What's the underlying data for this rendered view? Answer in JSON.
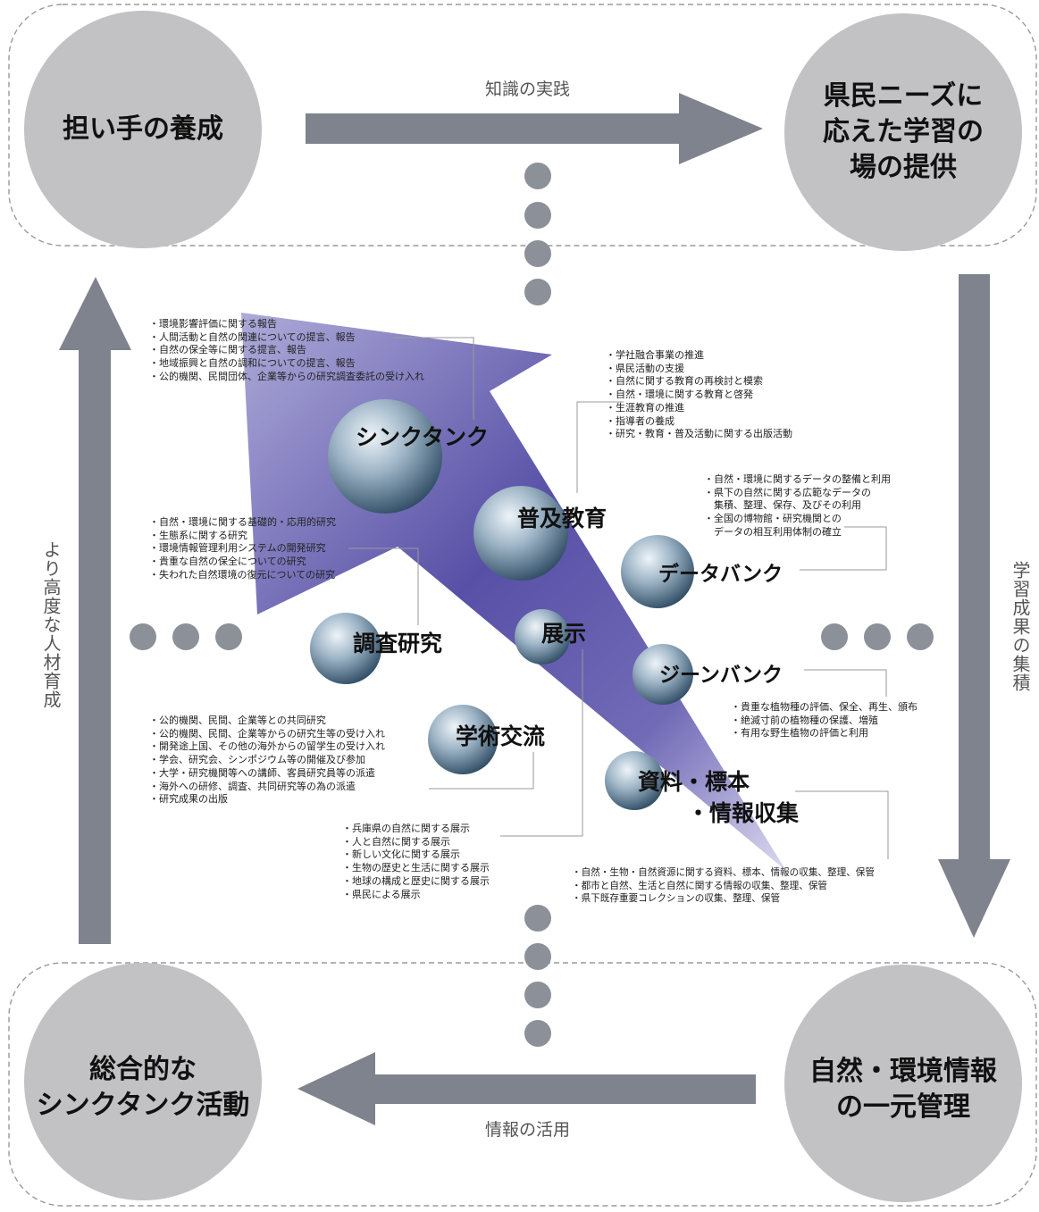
{
  "corners": {
    "top_left": "担い手の養成",
    "top_right": [
      "県民ニーズに",
      "応えた学習の",
      "場の提供"
    ],
    "bottom_left": [
      "総合的な",
      "シンクタンク活動"
    ],
    "bottom_right": [
      "自然・環境情報",
      "の一元管理"
    ]
  },
  "flows": {
    "top": "知識の実践",
    "bottom": "情報の活用",
    "left": "より高度な人材育成",
    "right": "学習成果の集積"
  },
  "nodes": {
    "think_tank": "シンクタンク",
    "fukyu": "普及教育",
    "data_bank": "データバンク",
    "chosa": "調査研究",
    "tenji": "展示",
    "gene_bank": "ジーンバンク",
    "gakujutsu": "学術交流",
    "shiryo": [
      "資料・標本",
      "・情報収集"
    ]
  },
  "notes": {
    "think_tank": [
      "・環境影響評価に関する報告",
      "・人間活動と自然の関連についての提言、報告",
      "・自然の保全等に関する提言、報告",
      "・地域振興と自然の調和についての提言、報告",
      "・公的機関、民間団体、企業等からの研究調査委託の受け入れ"
    ],
    "fukyu": [
      "・学社融合事業の推進",
      "・県民活動の支援",
      "・自然に関する教育の再検討と模索",
      "・自然・環境に関する教育と啓発",
      "・生涯教育の推進",
      "・指導者の養成",
      "・研究・教育・普及活動に関する出版活動"
    ],
    "data_bank": [
      "・自然・環境に関するデータの整備と利用",
      "・県下の自然に関する広範なデータの",
      "　集積、整理、保存、及びその利用",
      "・全国の博物館・研究機関との",
      "　データの相互利用体制の確立"
    ],
    "chosa": [
      "・自然・環境に関する基礎的・応用的研究",
      "・生態系に関する研究",
      "・環境情報管理利用システムの開発研究",
      "・貴重な自然の保全についての研究",
      "・失われた自然環境の復元についての研究"
    ],
    "gene_bank": [
      "・貴重な植物種の評価、保全、再生、頒布",
      "・絶滅寸前の植物種の保護、増殖",
      "・有用な野生植物の評価と利用"
    ],
    "gakujutsu": [
      "・公的機関、民間、企業等との共同研究",
      "・公的機関、民間、企業等からの研究生等の受け入れ",
      "・開発途上国、その他の海外からの留学生の受け入れ",
      "・学会、研究会、シンポジウム等の開催及び参加",
      "・大学・研究機関等への講師、客員研究員等の派遣",
      "・海外への研修、調査、共同研究等の為の派遣",
      "・研究成果の出版"
    ],
    "tenji": [
      "・兵庫県の自然に関する展示",
      "・人と自然に関する展示",
      "・新しい文化に関する展示",
      "・生物の歴史と生活に関する展示",
      "・地球の構成と歴史に関する展示",
      "・県民による展示"
    ],
    "shiryo": [
      "・自然・生物・自然資源に関する資料、標本、情報の収集、整理、保管",
      "・都市と自然、生活と自然に関する情報の収集、整理、保管",
      "・県下既存重要コレクションの収集、整理、保管"
    ]
  },
  "colors": {
    "corner_circle": "#c2c2c4",
    "arrow_gray": "#7e838d",
    "dot_gray": "#8b9099",
    "pointer_purple_light": "#a9a6d6",
    "pointer_purple_dark": "#3d3592",
    "sphere_highlight": "#e6eef4",
    "sphere_shadow": "#2f4c64"
  }
}
